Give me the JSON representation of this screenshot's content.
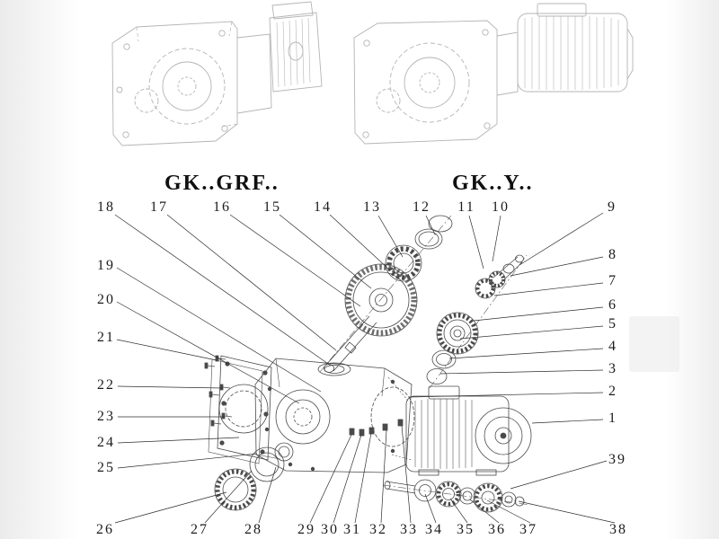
{
  "diagram": {
    "kind": "exploded-parts-diagram",
    "models": {
      "left": "GK..GRF..",
      "right": "GK..Y.."
    }
  },
  "callouts": {
    "n1": "1",
    "n2": "2",
    "n3": "3",
    "n4": "4",
    "n5": "5",
    "n6": "6",
    "n7": "7",
    "n8": "8",
    "n9": "9",
    "n10": "10",
    "n11": "11",
    "n12": "12",
    "n13": "13",
    "n14": "14",
    "n15": "15",
    "n16": "16",
    "n17": "17",
    "n18": "18",
    "n19": "19",
    "n20": "20",
    "n21": "21",
    "n22": "22",
    "n23": "23",
    "n24": "24",
    "n25": "25",
    "n26": "26",
    "n27": "27",
    "n28": "28",
    "n29": "29",
    "n30": "30",
    "n31": "31",
    "n32": "32",
    "n33": "33",
    "n34": "34",
    "n35": "35",
    "n36": "36",
    "n37": "37",
    "n38": "38",
    "n39": "39"
  },
  "colors": {
    "line_dark": "#4a4a4a",
    "line_light": "#b4b4b4",
    "leader": "#2e2e2e",
    "text": "#1b1b1b"
  }
}
